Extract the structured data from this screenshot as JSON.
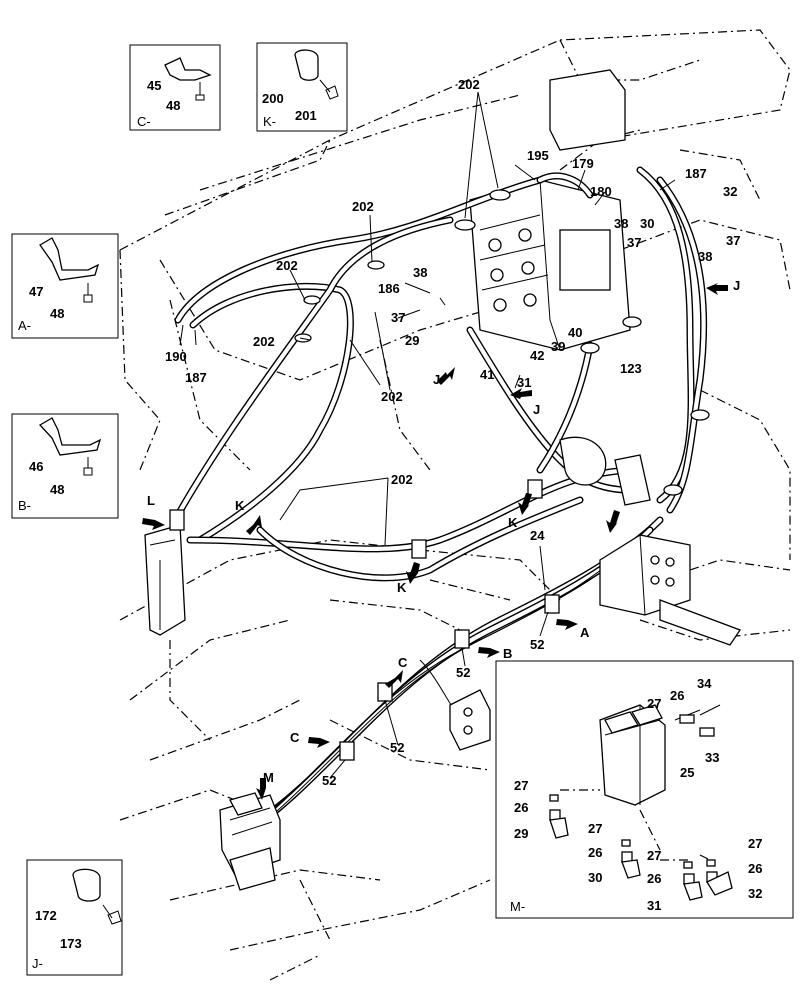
{
  "insets": {
    "C": {
      "caption": "C-",
      "parts": [
        "45",
        "48"
      ]
    },
    "K": {
      "caption": "K-",
      "parts": [
        "200",
        "201"
      ]
    },
    "A": {
      "caption": "A-",
      "parts": [
        "47",
        "48"
      ]
    },
    "B": {
      "caption": "B-",
      "parts": [
        "46",
        "48"
      ]
    },
    "J": {
      "caption": "J-",
      "parts": [
        "172",
        "173"
      ]
    },
    "M": {
      "caption": "M-",
      "parts": [
        "34",
        "27",
        "26",
        "33",
        "25",
        "27",
        "26",
        "29",
        "27",
        "26",
        "30",
        "27",
        "26",
        "31",
        "27",
        "26",
        "32"
      ]
    }
  },
  "labels": [
    "202",
    "195",
    "179",
    "187",
    "180",
    "32",
    "38",
    "30",
    "37",
    "38",
    "37",
    "J",
    "202",
    "202",
    "38",
    "186",
    "37",
    "29",
    "40",
    "39",
    "42",
    "41",
    "31",
    "123",
    "190",
    "187",
    "202",
    "202",
    "J",
    "J",
    "202",
    "L",
    "K",
    "K",
    "K",
    "24",
    "A",
    "52",
    "B",
    "52",
    "C",
    "52",
    "C",
    "52",
    "M"
  ],
  "colors": {
    "line": "#000000",
    "background": "#ffffff"
  }
}
